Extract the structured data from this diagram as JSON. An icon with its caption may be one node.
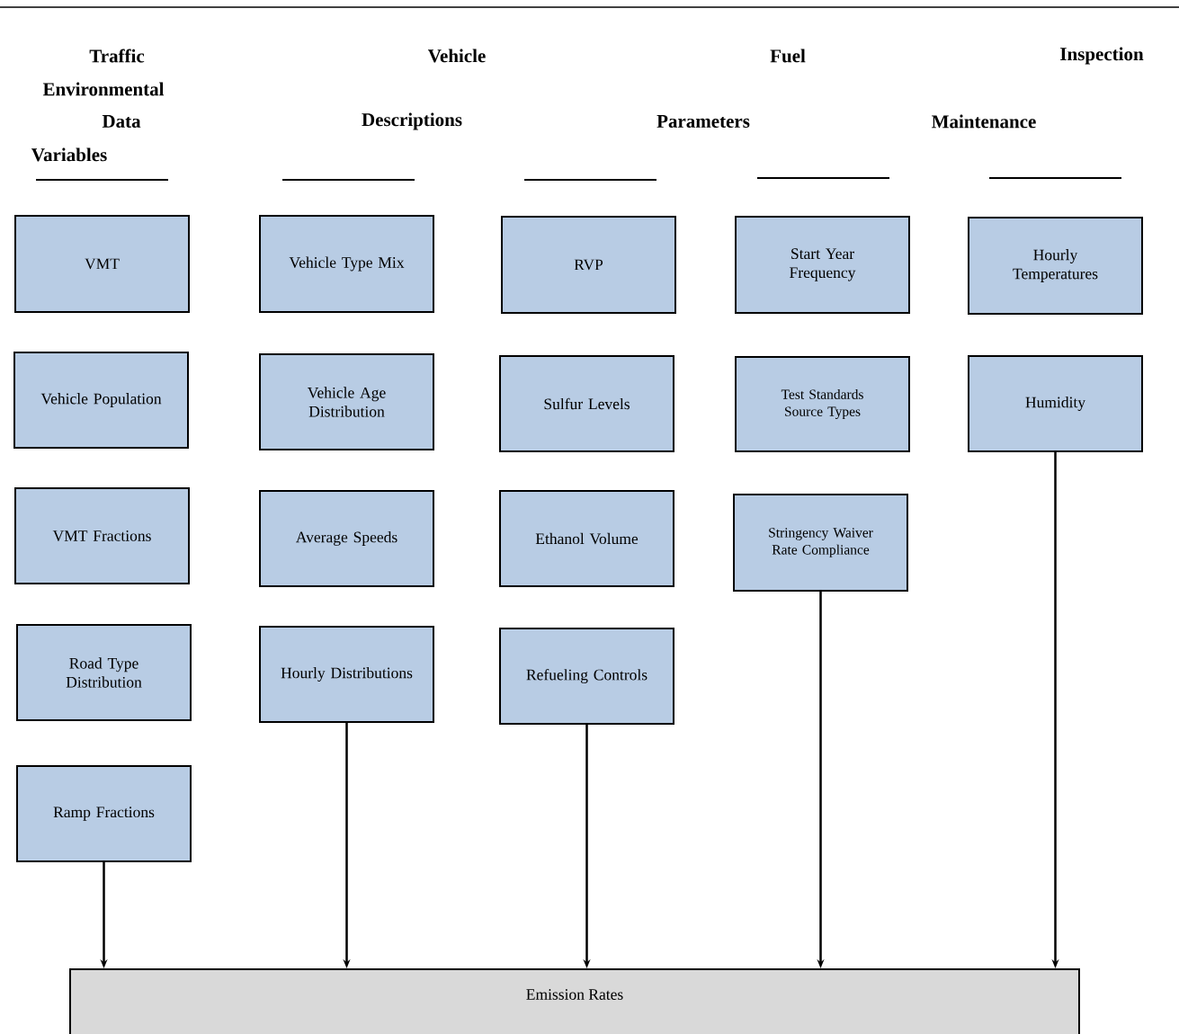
{
  "diagram": {
    "nodes": [
      {
        "text": [
          "VMT"
        ]
      },
      {
        "text": [
          "Vehicle Population"
        ]
      },
      {
        "text": [
          "VMT Fractions"
        ]
      },
      {
        "text": [
          "Road Type Distribution"
        ]
      },
      {
        "text": [
          "Ramp Fractions"
        ]
      },
      {
        "text": [
          "Vehicle Type Mix"
        ]
      },
      {
        "text": [
          "Vehicle Age Distribution"
        ]
      },
      {
        "text": [
          "Average Speeds"
        ]
      },
      {
        "text": [
          "Hourly Distributions"
        ]
      },
      {
        "text": [
          "RVP"
        ]
      },
      {
        "text": [
          "Sulfur Levels"
        ]
      },
      {
        "text": [
          "Ethanol Volume"
        ]
      },
      {
        "text": [
          "Refueling Controls"
        ]
      },
      {
        "text": [
          "Start Year Frequency"
        ]
      },
      {
        "text": [
          "Test Standards Source Types"
        ]
      },
      {
        "text": [
          "Stringency Waiver Rate Compliance"
        ]
      },
      {
        "text": [
          "Hourly Temperatures"
        ]
      },
      {
        "text": [
          "Humidity"
        ]
      },
      {
        "text": [
          "Emission Rates"
        ]
      }
    ],
    "edges": [
      {
        "from": 4,
        "to": 18,
        "arrow": "to"
      },
      {
        "from": 8,
        "to": 18,
        "arrow": "to"
      },
      {
        "from": 12,
        "to": 18,
        "arrow": "to"
      },
      {
        "from": 15,
        "to": 18,
        "arrow": "to"
      },
      {
        "from": 17,
        "to": 18,
        "arrow": "to"
      }
    ],
    "labels": [
      "Traffic",
      "Vehicle",
      "Fuel",
      "Inspection",
      "Environmental",
      "Data",
      "Descriptions",
      "Parameters",
      "Maintenance",
      "Variables"
    ]
  }
}
